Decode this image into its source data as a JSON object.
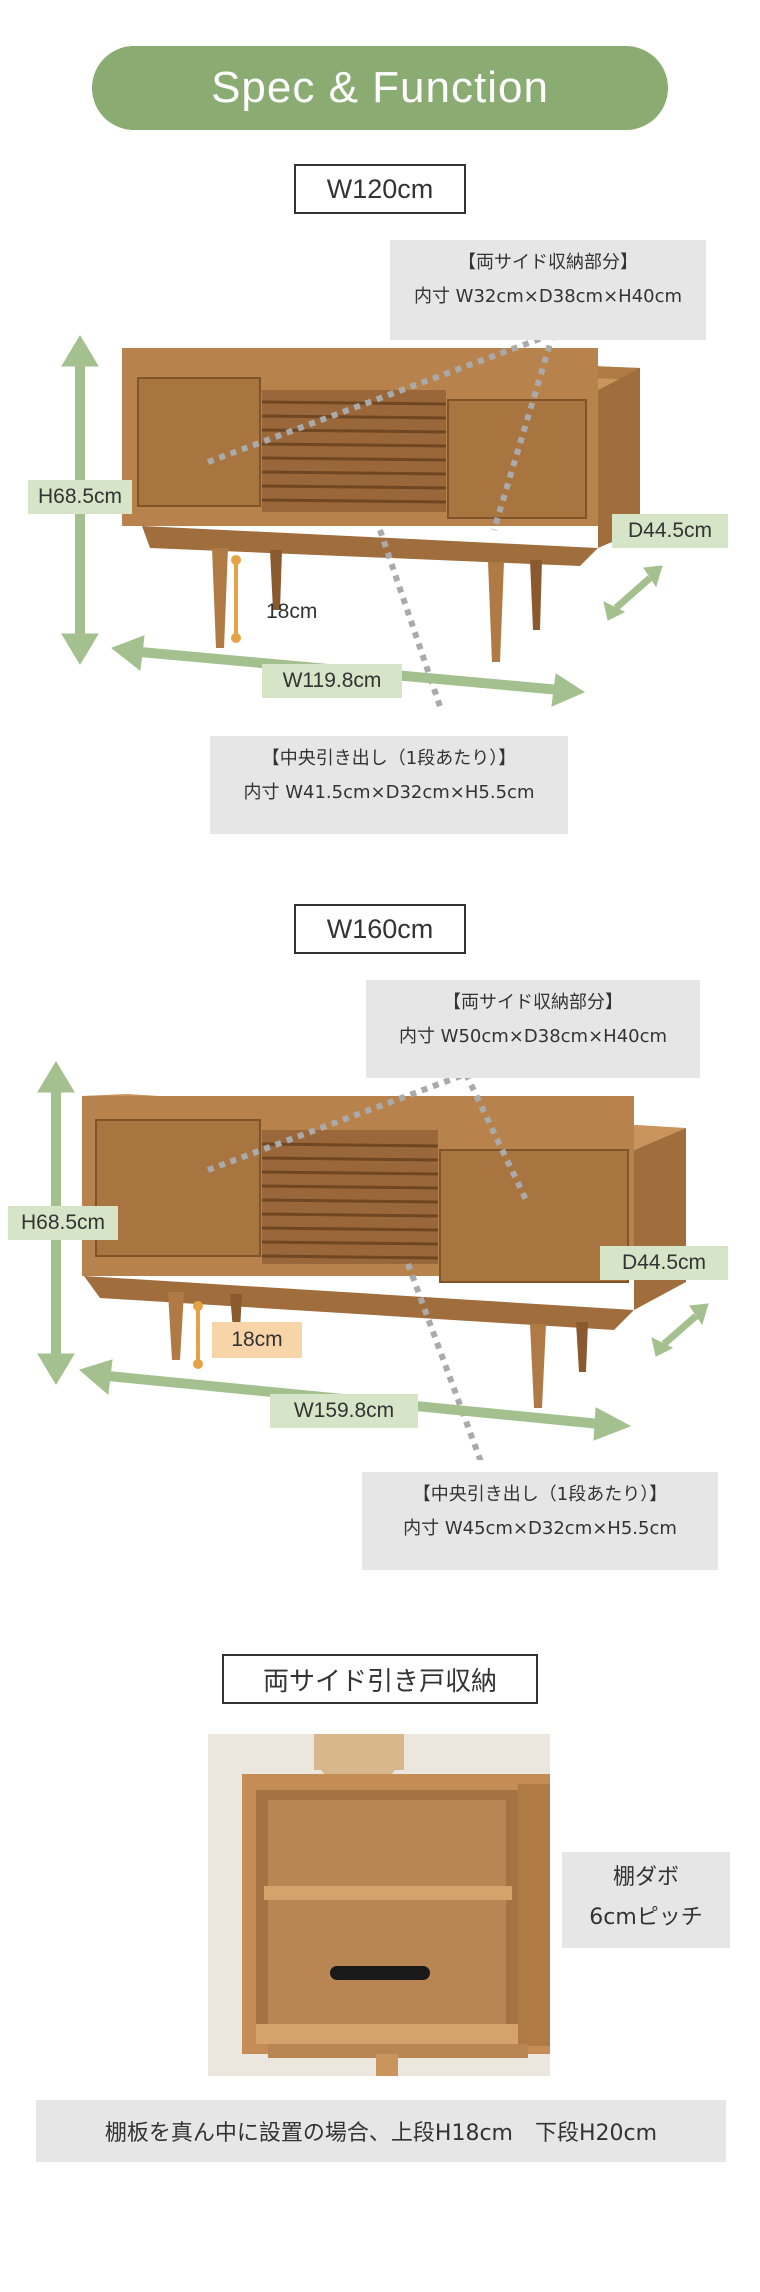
{
  "header": {
    "title": "Spec & Function"
  },
  "sections": [
    {
      "title": "W120cm",
      "side_storage": {
        "label": "【両サイド収納部分】",
        "dims": "内寸 W32cm×D38cm×H40cm"
      },
      "center_drawer": {
        "label": "【中央引き出し（1段あたり）】",
        "dims": "内寸 W41.5cm×D32cm×H5.5cm"
      },
      "height": "H68.5cm",
      "depth": "D44.5cm",
      "leg": "18cm",
      "width": "W119.8cm"
    },
    {
      "title": "W160cm",
      "side_storage": {
        "label": "【両サイド収納部分】",
        "dims": "内寸 W50cm×D38cm×H40cm"
      },
      "center_drawer": {
        "label": "【中央引き出し（1段あたり）】",
        "dims": "内寸 W45cm×D32cm×H5.5cm"
      },
      "height": "H68.5cm",
      "depth": "D44.5cm",
      "leg": "18cm",
      "width": "W159.8cm"
    }
  ],
  "storage_section": {
    "title": "両サイド引き戸収納",
    "shelf_pin_line1": "棚ダボ",
    "shelf_pin_line2": "6cmピッチ",
    "note": "棚板を真ん中に設置の場合、上段H18cm　下段H20cm"
  },
  "colors": {
    "accent_green": "#8aab72",
    "label_green": "#d6e5c8",
    "label_orange": "#f7d5a8",
    "wood": "#b8824d",
    "grey_box": "#e6e6e6"
  }
}
